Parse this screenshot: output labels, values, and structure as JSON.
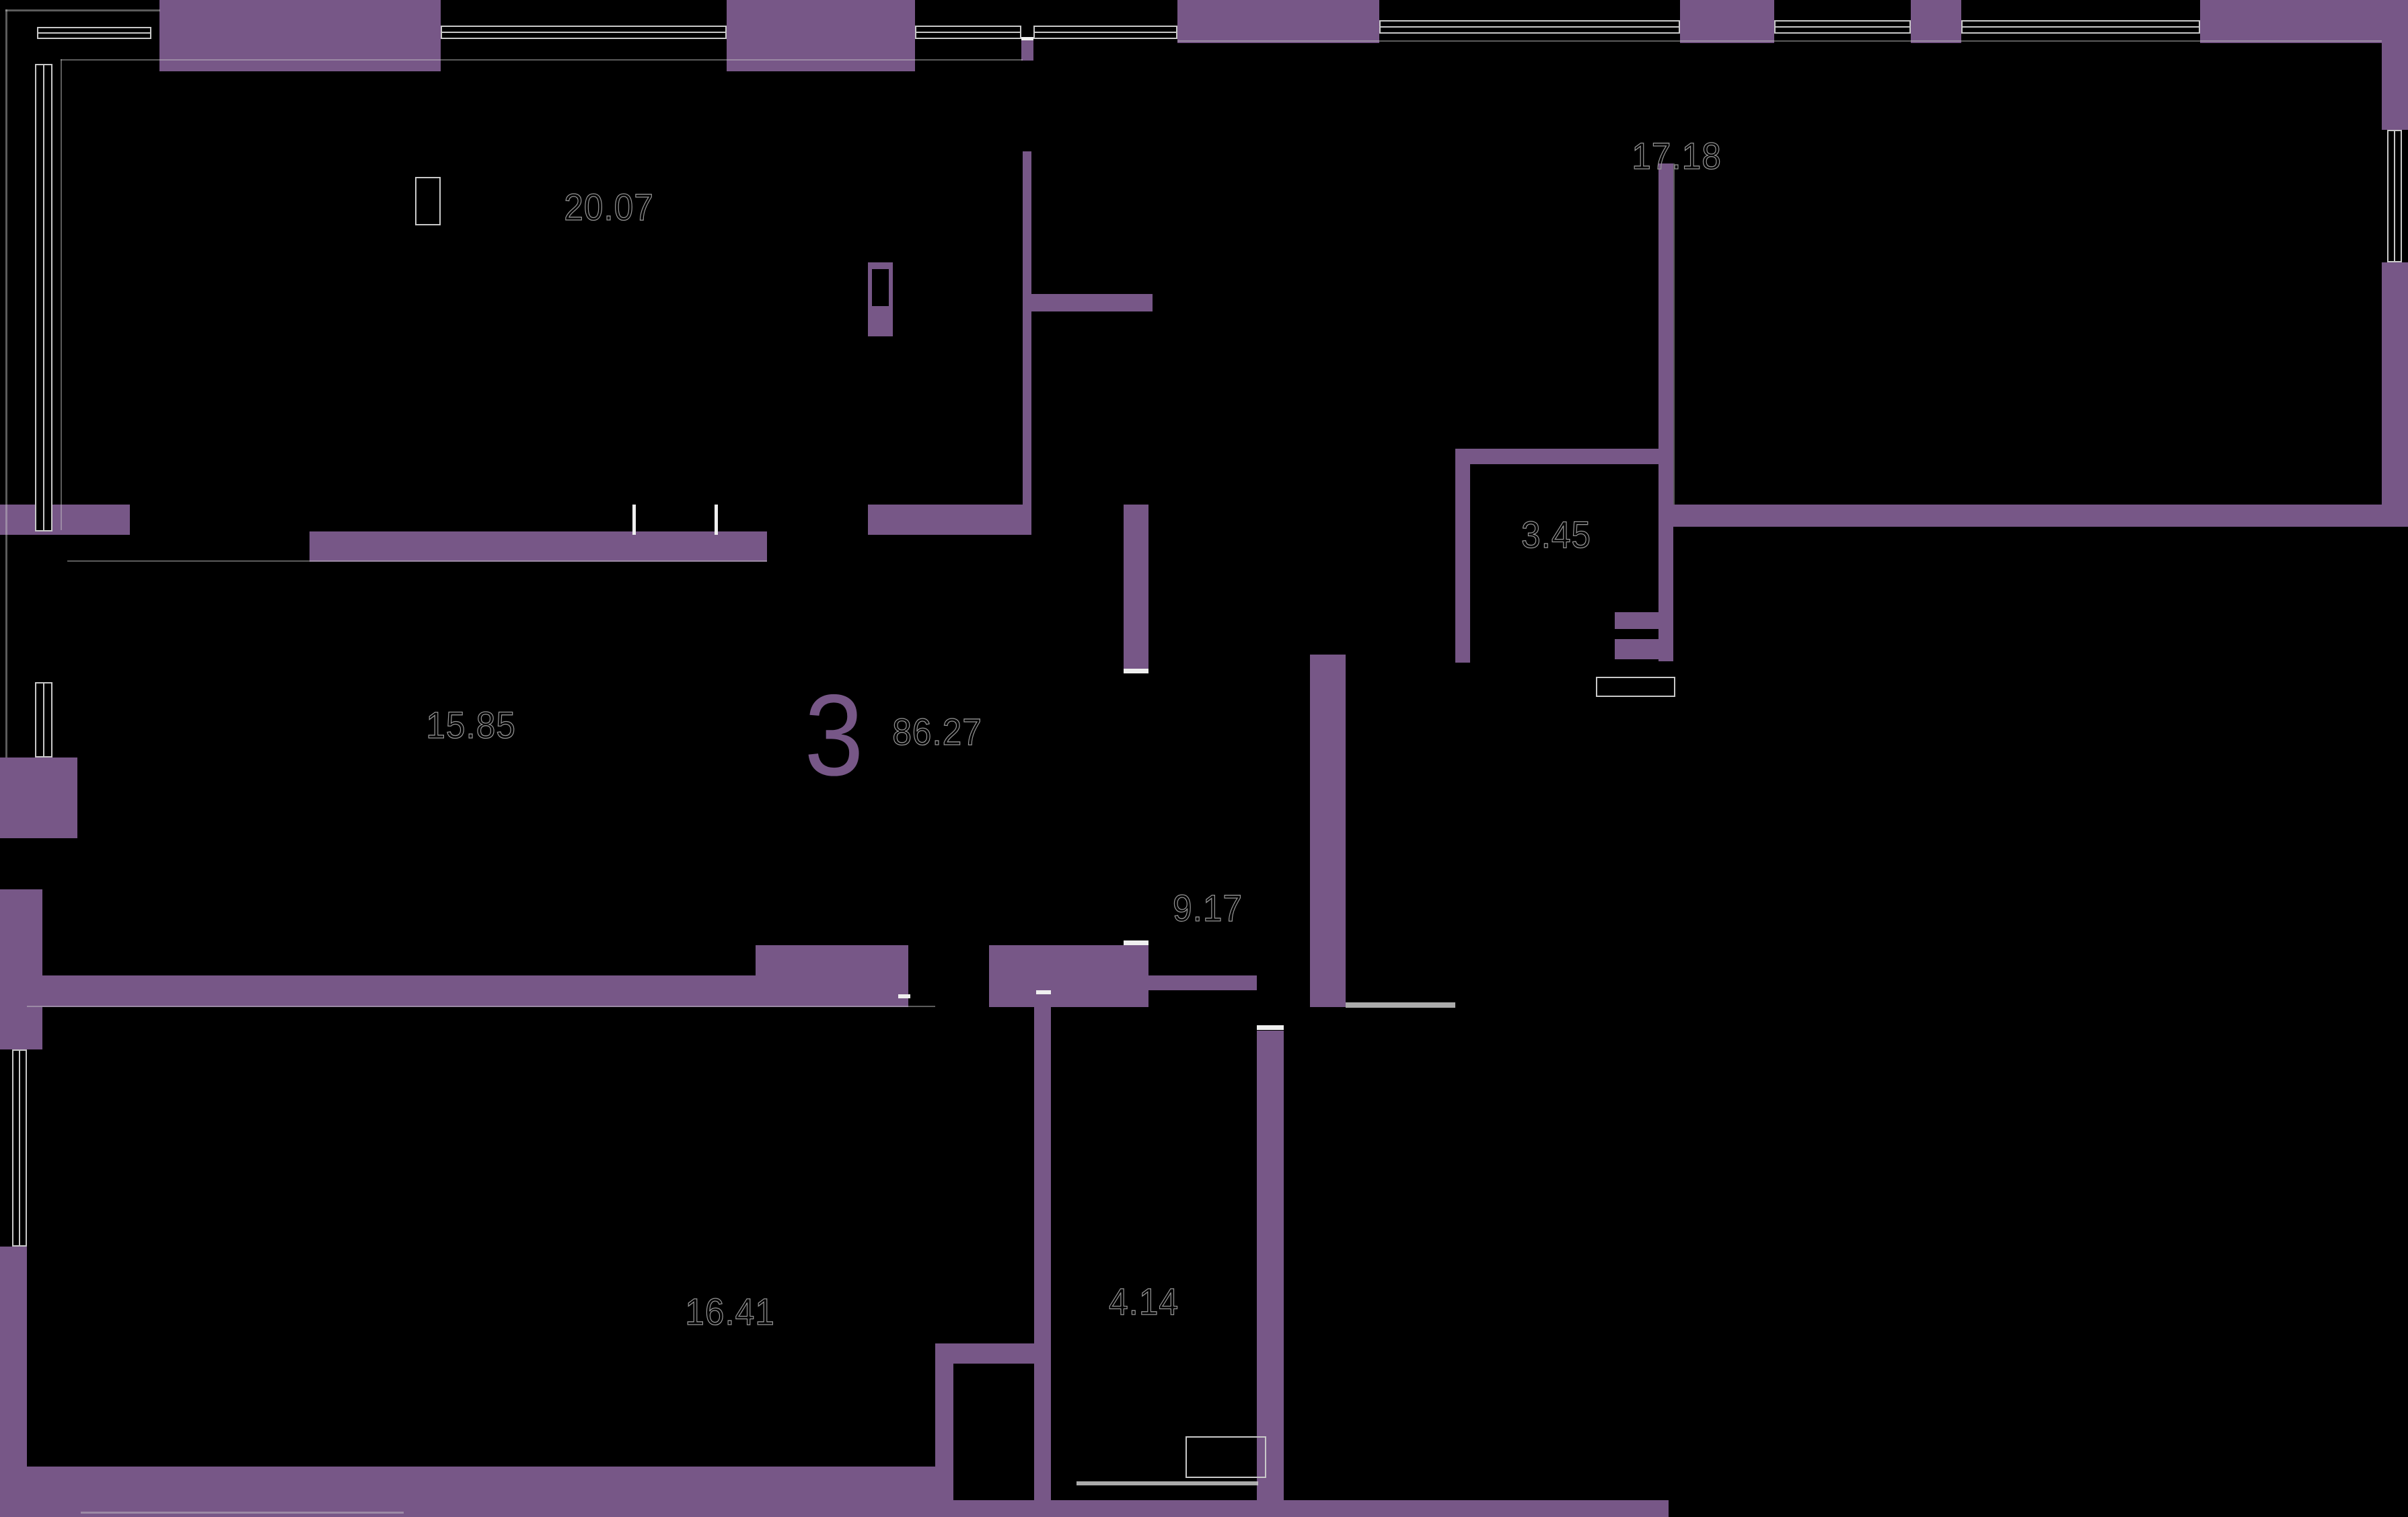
{
  "plan": {
    "apartment": {
      "number": "3",
      "total_area": "86.27"
    },
    "rooms": [
      {
        "id": "room-top-left",
        "area": "20.07"
      },
      {
        "id": "room-top-right",
        "area": "17.18"
      },
      {
        "id": "room-middle-left",
        "area": "15.85"
      },
      {
        "id": "storage",
        "area": "3.45"
      },
      {
        "id": "corridor",
        "area": "9.17"
      },
      {
        "id": "room-bottom-left",
        "area": "16.41"
      },
      {
        "id": "bathroom",
        "area": "4.14"
      }
    ],
    "colors": {
      "wall": "#775787",
      "background": "#000000",
      "detail_line": "#c9c9c9",
      "label_stroke": "#969696"
    }
  }
}
